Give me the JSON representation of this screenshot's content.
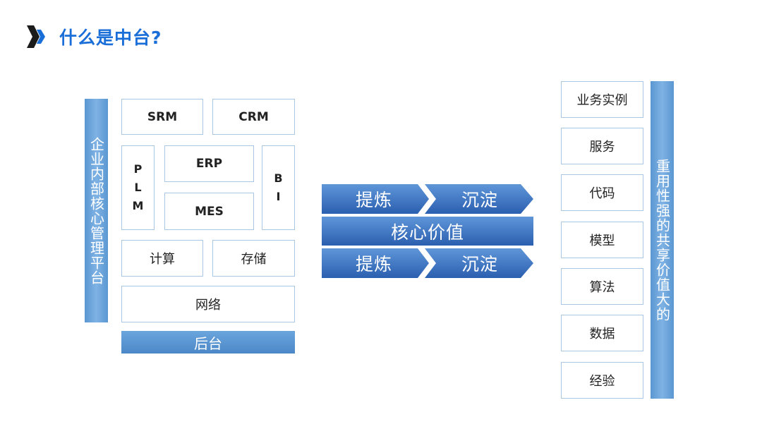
{
  "title": "什么是中台?",
  "left": {
    "vertical_label": "企业内部核心管理平台",
    "srm": "SRM",
    "crm": "CRM",
    "plm": [
      "P",
      "L",
      "M"
    ],
    "erp": "ERP",
    "mes": "MES",
    "bi": [
      "B",
      "I"
    ],
    "compute": "计算",
    "storage": "存储",
    "network": "网络",
    "backend": "后台"
  },
  "middle": {
    "refine": "提炼",
    "deposit": "沉淀",
    "core": "核心价值"
  },
  "right": {
    "items": [
      "业务实例",
      "服务",
      "代码",
      "模型",
      "算法",
      "数据",
      "经验"
    ],
    "vertical_label": "重用性强的共享价值大的"
  },
  "colors": {
    "accent": "#1a6ed8",
    "bar_blue": "#4c88c7",
    "box_border": "#a9c6e2"
  }
}
